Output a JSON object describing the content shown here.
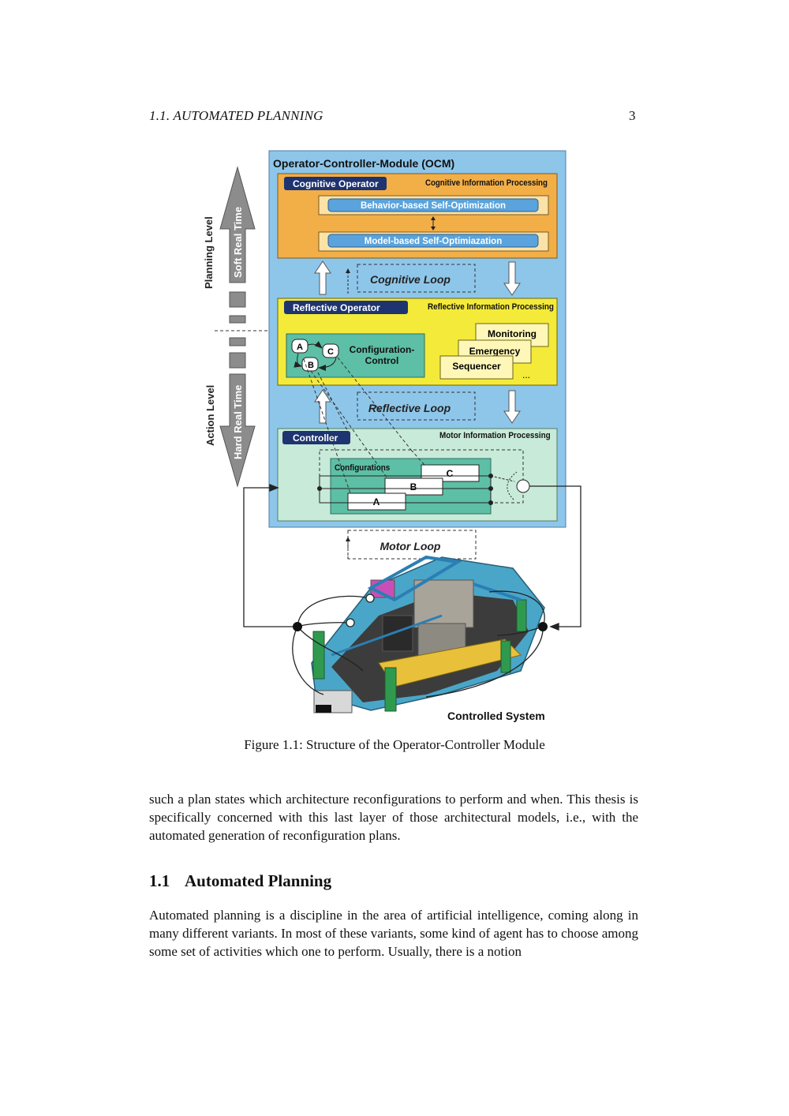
{
  "header": {
    "running_title": "1.1.  AUTOMATED PLANNING",
    "page_number": "3"
  },
  "figure": {
    "ocm_title": "Operator-Controller-Module (OCM)",
    "cognitive_operator": "Cognitive Operator",
    "cognitive_info": "Cognitive Information Processing",
    "behavior_opt": "Behavior-based Self-Optimization",
    "model_opt": "Model-based Self-Optimiazation",
    "cognitive_loop": "Cognitive Loop",
    "reflective_operator": "Reflective Operator",
    "reflective_info": "Reflective Information Processing",
    "monitoring": "Monitoring",
    "emergency": "Emergency",
    "sequencer": "Sequencer",
    "ellipsis": "...",
    "config_control_line1": "Configuration-",
    "config_control_line2": "Control",
    "node_a": "A",
    "node_b": "B",
    "node_c": "C",
    "reflective_loop": "Reflective Loop",
    "controller": "Controller",
    "motor_info": "Motor Information Processing",
    "configurations": "Configurations",
    "config_a": "A",
    "config_b": "B",
    "config_c": "C",
    "motor_loop": "Motor Loop",
    "controlled_system": "Controlled System",
    "planning_level": "Planning Level",
    "action_level": "Action Level",
    "soft_real_time": "Soft Real Time",
    "hard_real_time": "Hard Real Time"
  },
  "caption": "Figure 1.1: Structure of the Operator-Controller Module",
  "paragraph1": "such a plan states which architecture reconfigurations to perform and when. This thesis is specifically concerned with this last layer of those architectural models, i.e., with the automated generation of reconfiguration plans.",
  "section": {
    "number": "1.1",
    "title": "Automated Planning"
  },
  "paragraph2": "Automated planning is a discipline in the area of artificial intelligence, coming along in many different variants. In most of these variants, some kind of agent has to choose among some set of activities which one to perform. Usually, there is a notion",
  "colors": {
    "ocm_blue": "#8ec6ea",
    "cognitive_orange": "#f2ae47",
    "reflective_yellow": "#f4ea3a",
    "controller_mint": "#c8ead8",
    "teal": "#5dbfa5",
    "label_navy": "#1e3470",
    "bar_blue": "#5aa3dc",
    "arrow_gray": "#8c8c8c"
  }
}
